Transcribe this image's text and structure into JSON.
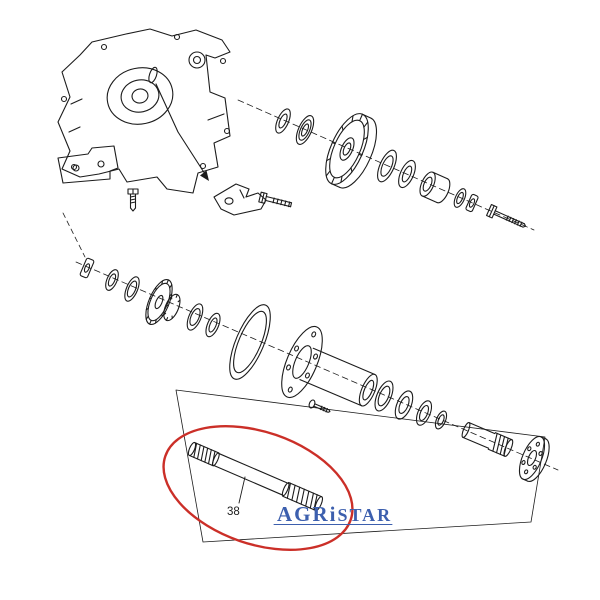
{
  "diagram": {
    "type": "exploded-parts-diagram",
    "background": "#ffffff",
    "line_color": "#1c1c1c"
  },
  "annotation": {
    "label": "38",
    "circle_color": "#cb2f28"
  },
  "watermark": {
    "part1": "AGRi",
    "part2": "STAR",
    "color": "#3c5fae"
  }
}
